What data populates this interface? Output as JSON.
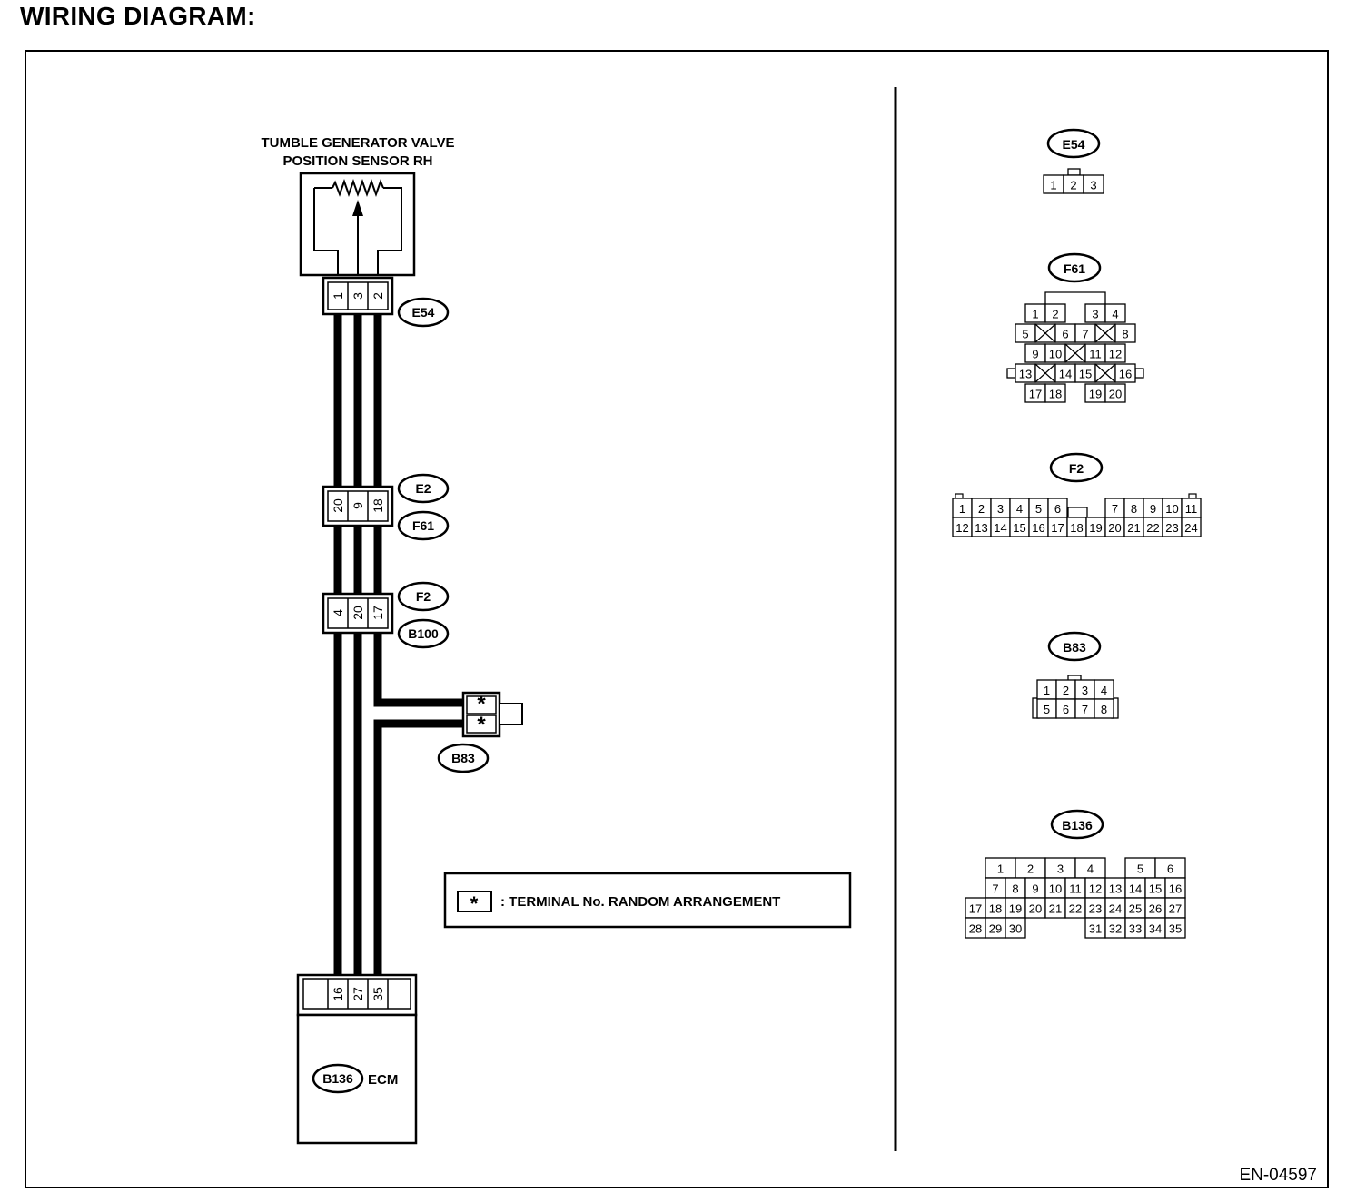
{
  "title": "WIRING DIAGRAM:",
  "sensor": {
    "line1": "TUMBLE GENERATOR VALVE",
    "line2": "POSITION SENSOR RH"
  },
  "ecm_label": "ECM",
  "legend": {
    "symbol": "*",
    "text": ": TERMINAL No. RANDOM ARRANGEMENT"
  },
  "figure_id": "EN-04597",
  "harness_connectors": [
    {
      "ids": [
        "E54"
      ],
      "pins": [
        "1",
        "3",
        "2"
      ]
    },
    {
      "ids": [
        "E2",
        "F61"
      ],
      "pins": [
        "20",
        "9",
        "18"
      ]
    },
    {
      "ids": [
        "F2",
        "B100"
      ],
      "pins": [
        "4",
        "20",
        "17"
      ]
    },
    {
      "ids": [
        "B83"
      ],
      "pins": [
        "*",
        "*"
      ]
    },
    {
      "ids": [
        "B136"
      ],
      "pins": [
        "16",
        "27",
        "35"
      ]
    }
  ],
  "connector_faces": {
    "E54": {
      "label": "E54",
      "rows": [
        [
          "1",
          "2",
          "3"
        ]
      ]
    },
    "F61": {
      "label": "F61",
      "rows": [
        [
          "1",
          "2",
          "3",
          "4"
        ],
        [
          "5",
          "6",
          "7",
          "8"
        ],
        [
          "9",
          "10",
          "11",
          "12"
        ],
        [
          "13",
          "14",
          "15",
          "16"
        ],
        [
          "17",
          "18",
          "19",
          "20"
        ]
      ]
    },
    "F2": {
      "label": "F2",
      "rows": [
        [
          "1",
          "2",
          "3",
          "4",
          "5",
          "6",
          "7",
          "8",
          "9",
          "10",
          "11"
        ],
        [
          "12",
          "13",
          "14",
          "15",
          "16",
          "17",
          "18",
          "19",
          "20",
          "21",
          "22",
          "23",
          "24"
        ]
      ]
    },
    "B83": {
      "label": "B83",
      "rows": [
        [
          "1",
          "2",
          "3",
          "4"
        ],
        [
          "5",
          "6",
          "7",
          "8"
        ]
      ]
    },
    "B136": {
      "label": "B136",
      "rows": [
        [
          "1",
          "2",
          "3",
          "4",
          "5",
          "6"
        ],
        [
          "7",
          "8",
          "9",
          "10",
          "11",
          "12",
          "13",
          "14",
          "15",
          "16"
        ],
        [
          "17",
          "18",
          "19",
          "20",
          "21",
          "22",
          "23",
          "24",
          "25",
          "26",
          "27"
        ],
        [
          "28",
          "29",
          "30",
          "31",
          "32",
          "33",
          "34",
          "35"
        ]
      ]
    }
  }
}
